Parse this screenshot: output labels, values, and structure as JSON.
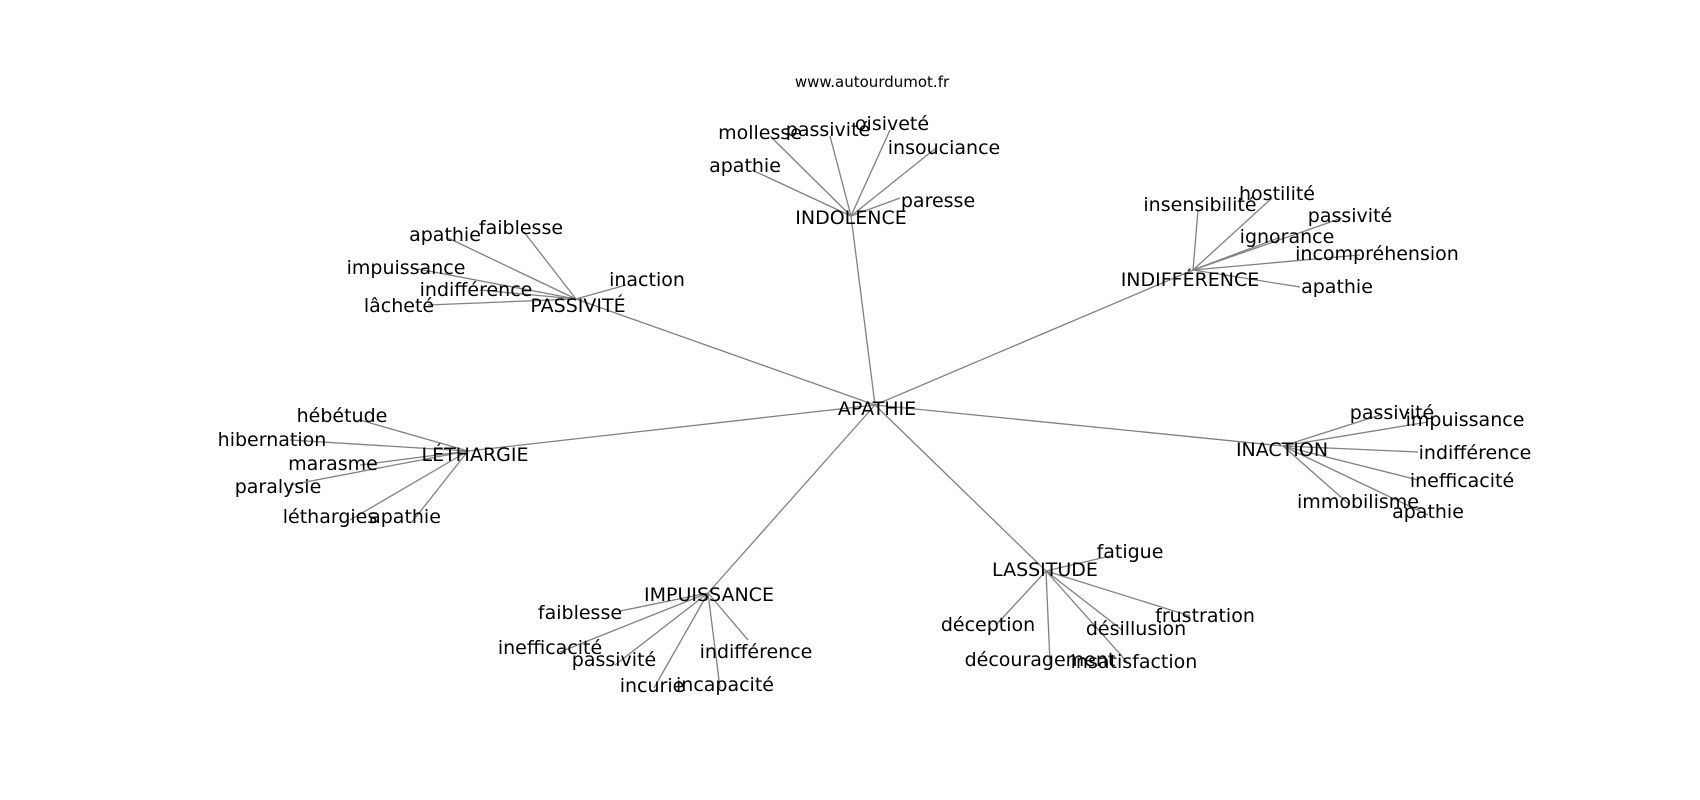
{
  "source": "www.autourdumot.fr",
  "center": "APATHIE",
  "colors": {
    "edge": "#808080",
    "text": "#000000",
    "background": "#ffffff"
  },
  "groups": [
    {
      "label": "INDOLENCE",
      "words": [
        "mollesse",
        "passivité",
        "oisiveté",
        "insouciance",
        "apathie",
        "paresse"
      ]
    },
    {
      "label": "INDIFFÉRENCE",
      "words": [
        "insensibilité",
        "hostilité",
        "passivité",
        "ignorance",
        "incompréhension",
        "apathie"
      ]
    },
    {
      "label": "PASSIVITÉ",
      "words": [
        "apathie",
        "faiblesse",
        "impuissance",
        "inaction",
        "indifférence",
        "lâcheté"
      ]
    },
    {
      "label": "LÉTHARGIE",
      "words": [
        "hébétude",
        "hibernation",
        "marasme",
        "paralysie",
        "léthargies",
        "apathie"
      ]
    },
    {
      "label": "INACTION",
      "words": [
        "passivité",
        "impuissance",
        "indifférence",
        "inefficacité",
        "immobilisme",
        "apathie"
      ]
    },
    {
      "label": "IMPUISSANCE",
      "words": [
        "faiblesse",
        "inefficacité",
        "passivité",
        "indifférence",
        "incurie",
        "incapacité"
      ]
    },
    {
      "label": "LASSITUDE",
      "words": [
        "fatigue",
        "déception",
        "frustration",
        "désillusion",
        "découragement",
        "insatisfaction"
      ]
    }
  ]
}
